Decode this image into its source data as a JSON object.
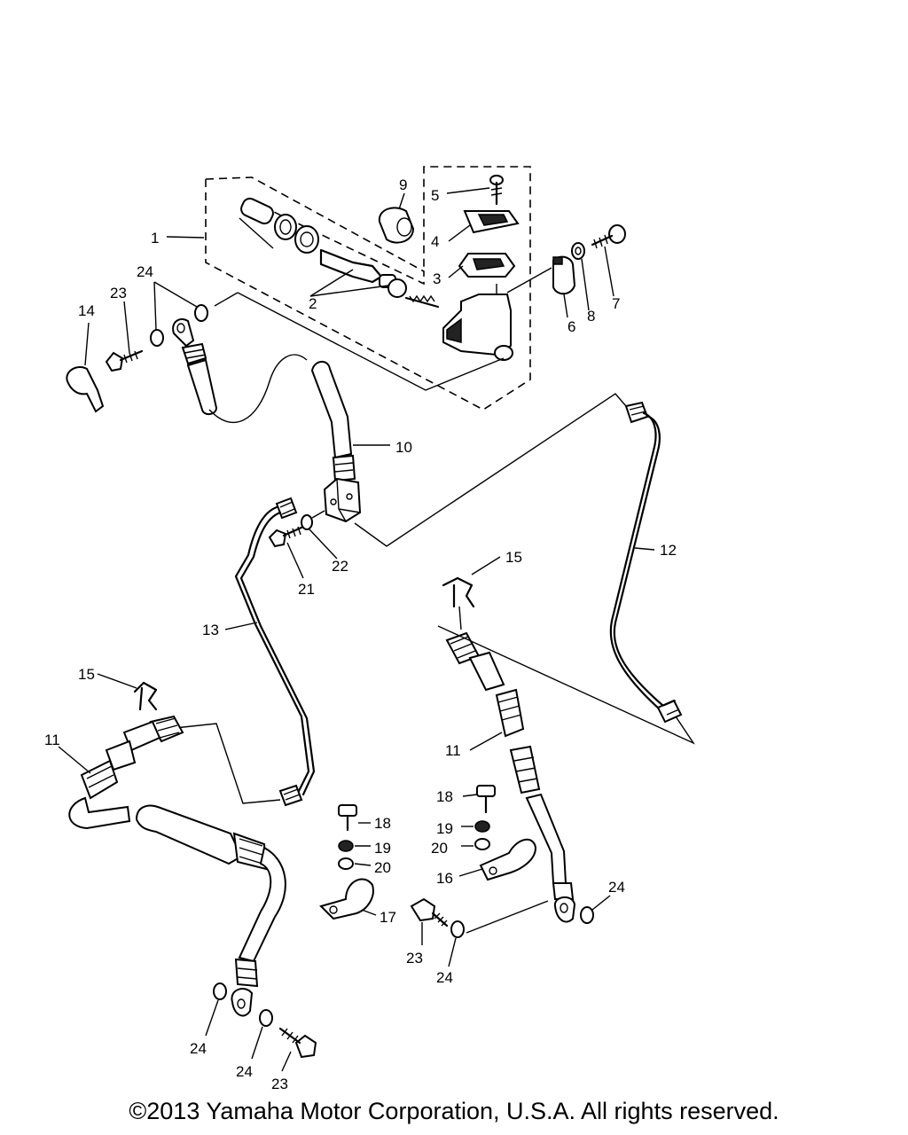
{
  "copyright": "©2013 Yamaha Motor Corporation, U.S.A. All rights reserved.",
  "callouts": {
    "p1": "1",
    "p2": "2",
    "p3": "3",
    "p4": "4",
    "p5": "5",
    "p6": "6",
    "p7": "7",
    "p8": "8",
    "p9": "9",
    "p10": "10",
    "p11a": "11",
    "p11b": "11",
    "p12": "12",
    "p13": "13",
    "p14": "14",
    "p15a": "15",
    "p15b": "15",
    "p16": "16",
    "p17": "17",
    "p18a": "18",
    "p18b": "18",
    "p19a": "19",
    "p19b": "19",
    "p20a": "20",
    "p20b": "20",
    "p21": "21",
    "p22": "22",
    "p23a": "23",
    "p23b": "23",
    "p23c": "23",
    "p24a": "24",
    "p24b": "24",
    "p24c": "24",
    "p24d": "24",
    "p24e": "24"
  }
}
